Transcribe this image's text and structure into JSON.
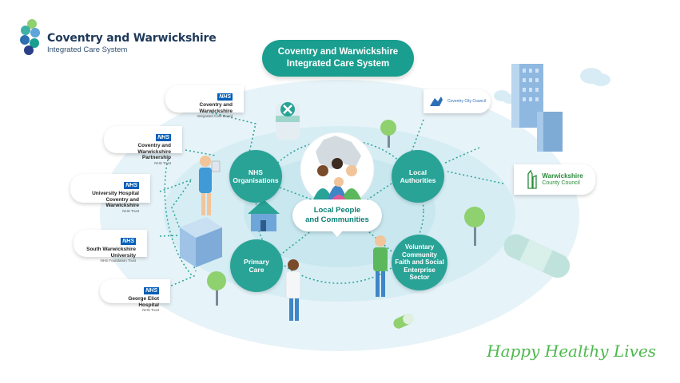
{
  "logo": {
    "title": "Coventry and Warwickshire",
    "subtitle": "Integrated Care System"
  },
  "title": {
    "line1": "Coventry and Warwickshire",
    "line2": "Integrated Care System"
  },
  "nhs_badge": "NHS",
  "left_orgs": [
    {
      "name": "Coventry and Warwickshire",
      "note": "Integrated Care Board"
    },
    {
      "name": "Coventry and Warwickshire Partnership",
      "note": "NHS Trust"
    },
    {
      "name": "University Hospital Coventry and Warwickshire",
      "note": "NHS Trust"
    },
    {
      "name": "South Warwickshire University",
      "note": "NHS Foundation Trust"
    },
    {
      "name": "George Eliot Hospital",
      "note": "NHS Trust"
    }
  ],
  "right_orgs": [
    {
      "name": "Coventry City Council"
    },
    {
      "name": "Warwickshire",
      "name2": "County Council"
    }
  ],
  "nodes": {
    "nhs_orgs": {
      "line1": "NHS",
      "line2": "Organisations"
    },
    "local_auth": {
      "line1": "Local",
      "line2": "Authorities"
    },
    "primary_care": {
      "line1": "Primary",
      "line2": "Care"
    },
    "voluntary": {
      "line1": "Voluntary",
      "line2": "Community",
      "line3": "Faith and Social",
      "line4": "Enterprise",
      "line5": "Sector"
    }
  },
  "center": {
    "line1": "Local People",
    "line2": "and Communities"
  },
  "tagline": "Happy Healthy Lives",
  "colors": {
    "teal": "#2aa397",
    "title_teal": "#1a9e8f",
    "nhs_blue": "#005eb8",
    "light_blue": "#e3f2f8",
    "tagline_green": "#4db84d"
  }
}
